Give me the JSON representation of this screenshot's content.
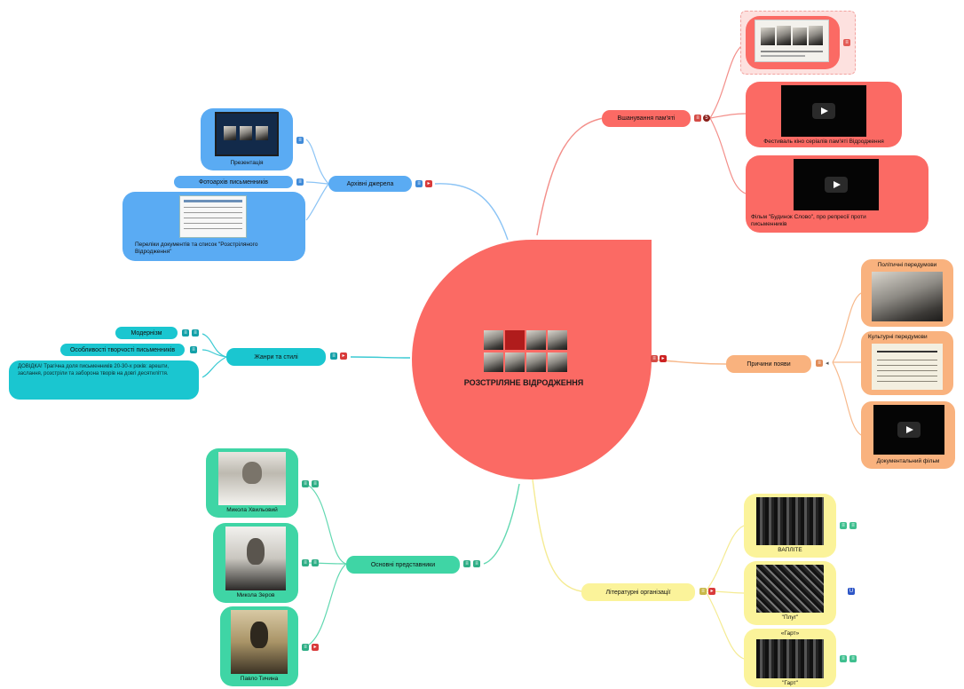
{
  "center": {
    "title": "РОЗСТРІЛЯНЕ ВІДРОДЖЕННЯ",
    "color": "#fb6a64"
  },
  "colors": {
    "red": "#fb6a64",
    "blue": "#5aabf3",
    "teal": "#1ac6d0",
    "green": "#3fd5a5",
    "orange": "#f9b27e",
    "yellow": "#fbf39a"
  },
  "branches": {
    "vshanuvannia": {
      "label": "Вшанування пам'яті",
      "children": [
        {
          "caption": "",
          "kind": "image"
        },
        {
          "caption": "Фестиваль кіно серіалів пам'яті Відродження",
          "kind": "video"
        },
        {
          "caption": "Фільм \"Будинок Слово\", про репресії проти письменників",
          "kind": "video"
        }
      ]
    },
    "prychyny": {
      "label": "Причини появи",
      "children": [
        {
          "caption": "Політичні передумови",
          "kind": "image"
        },
        {
          "caption": "Культурні передумови",
          "kind": "image"
        },
        {
          "caption": "Документальний фільм",
          "kind": "video"
        }
      ]
    },
    "orhanizatsii": {
      "label": "Літературні організації",
      "children": [
        {
          "caption": "ВАПЛІТЕ",
          "kind": "photo"
        },
        {
          "caption": "\"Плуг\"",
          "kind": "photo"
        },
        {
          "caption": "\"Гарт\"",
          "kind": "photo",
          "title_top": "«Гарт»"
        }
      ]
    },
    "pysmennyky": {
      "label": "Основні представники",
      "children": [
        {
          "caption": "Микола Хвильовий",
          "kind": "portrait"
        },
        {
          "caption": "Микола Зеров",
          "kind": "portrait"
        },
        {
          "caption": "Павло Тичина",
          "kind": "portrait"
        }
      ]
    },
    "zhanry": {
      "label": "Жанри та стилі",
      "children": [
        {
          "caption": "Модернізм",
          "kind": "text"
        },
        {
          "caption": "Особливості творчості письменників",
          "kind": "text"
        },
        {
          "caption": "ДОВІДКА! Трагічна доля письменників 20-30-х років: арешти, заслання, розстріли та заборона творів на довгі десятиліття.",
          "kind": "text"
        }
      ]
    },
    "dzherela": {
      "label": "Архівні джерела",
      "children": [
        {
          "caption": "Презентація",
          "kind": "image"
        },
        {
          "caption": "Фотоархів письменників",
          "kind": "text"
        },
        {
          "caption": "Переліки документів та список \"Розстріляного Відродження\"",
          "kind": "image"
        }
      ]
    }
  }
}
